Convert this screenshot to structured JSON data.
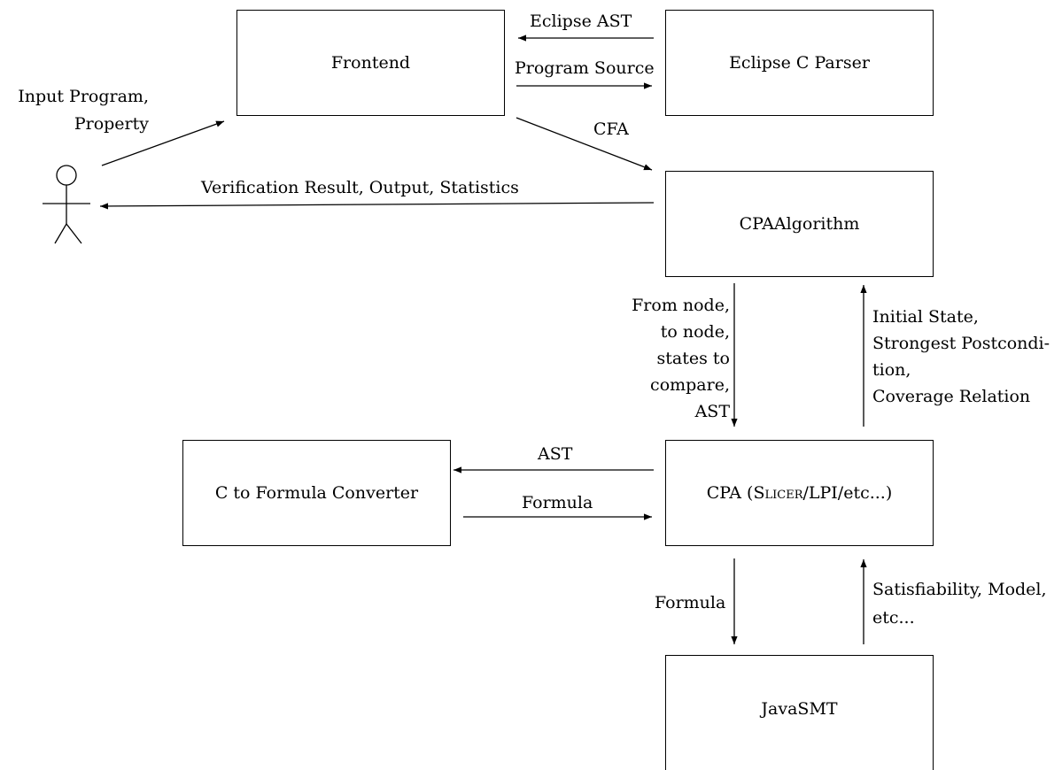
{
  "boxes": {
    "frontend": "Frontend",
    "eclipse_parser": "Eclipse C Parser",
    "cpa_algorithm": "CPAAlgorithm",
    "cpa": {
      "prefix": "CPA (",
      "slicer": "Slicer",
      "suffix": "/LPI/etc...)"
    },
    "converter": "C to Formula Converter",
    "javasmt": "JavaSMT"
  },
  "labels": {
    "input_line1": "Input Program,",
    "input_line2": "Property",
    "eclipse_ast": "Eclipse AST",
    "program_source": "Program Source",
    "cfa": "CFA",
    "verification_result": "Verification Result, Output, Statistics",
    "from_node": [
      "From node,",
      "to node,",
      "states to",
      "compare,",
      "AST"
    ],
    "initial_state": [
      "Initial State,",
      "Strongest Postcondi-",
      "tion,",
      "Coverage Relation"
    ],
    "ast": "AST",
    "formula_right": "Formula",
    "formula_down": "Formula",
    "satisfiability": [
      "Satisfiability, Model,",
      "etc..."
    ]
  }
}
